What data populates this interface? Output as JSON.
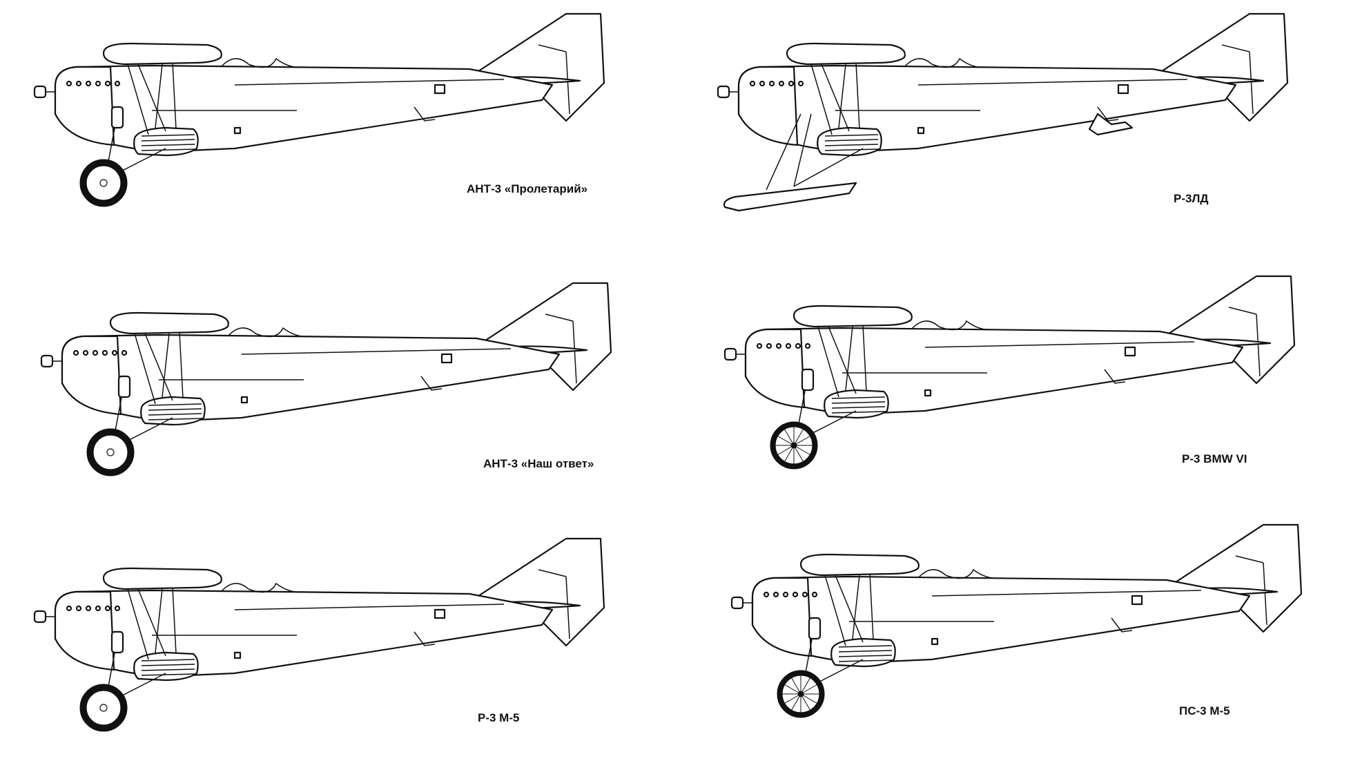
{
  "colors": {
    "background": "#ffffff",
    "ink": "#111111"
  },
  "aircraft": [
    {
      "id": "ant3-proletariy",
      "caption": "АНТ-3 «Пролетарий»",
      "gear": "wheel",
      "wheel": "solid"
    },
    {
      "id": "r3ld",
      "caption": "Р-3ЛД",
      "gear": "ski",
      "wheel": "none"
    },
    {
      "id": "ant3-nash-otvet",
      "caption": "АНТ-3 «Наш ответ»",
      "gear": "wheel",
      "wheel": "solid"
    },
    {
      "id": "r3-bmw6",
      "caption": "Р-3 BMW VI",
      "gear": "wheel",
      "wheel": "spoked"
    },
    {
      "id": "r3-m5",
      "caption": "Р-3 М-5",
      "gear": "wheel",
      "wheel": "solid"
    },
    {
      "id": "ps3-m5",
      "caption": "ПС-3 М-5",
      "gear": "wheel",
      "wheel": "spoked"
    }
  ]
}
